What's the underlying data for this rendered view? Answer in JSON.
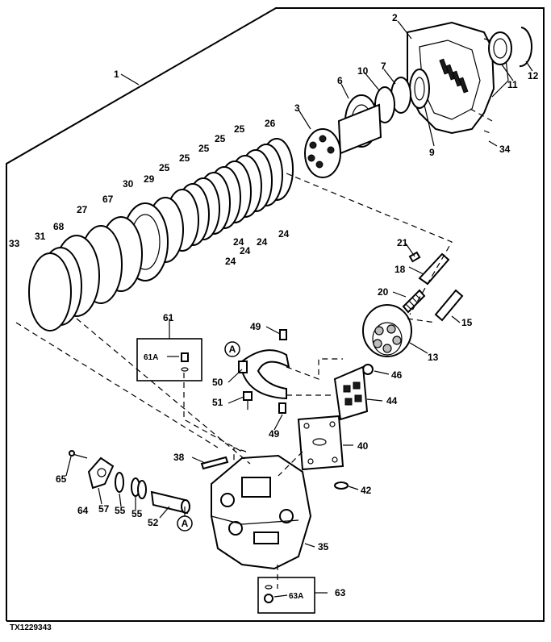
{
  "figure_code": "TX1229343",
  "parts": [
    {
      "id": "p1",
      "label": "1"
    },
    {
      "id": "p2",
      "label": "2"
    },
    {
      "id": "p3",
      "label": "3"
    },
    {
      "id": "p6",
      "label": "6"
    },
    {
      "id": "p7",
      "label": "7"
    },
    {
      "id": "p9",
      "label": "9"
    },
    {
      "id": "p10",
      "label": "10"
    },
    {
      "id": "p11",
      "label": "11"
    },
    {
      "id": "p12",
      "label": "12"
    },
    {
      "id": "p13",
      "label": "13"
    },
    {
      "id": "p15",
      "label": "15"
    },
    {
      "id": "p18",
      "label": "18"
    },
    {
      "id": "p20",
      "label": "20"
    },
    {
      "id": "p21",
      "label": "21"
    },
    {
      "id": "p24a",
      "label": "24"
    },
    {
      "id": "p24b",
      "label": "24"
    },
    {
      "id": "p24c",
      "label": "24"
    },
    {
      "id": "p24d",
      "label": "24"
    },
    {
      "id": "p24e",
      "label": "24"
    },
    {
      "id": "p25a",
      "label": "25"
    },
    {
      "id": "p25b",
      "label": "25"
    },
    {
      "id": "p25c",
      "label": "25"
    },
    {
      "id": "p25d",
      "label": "25"
    },
    {
      "id": "p25e",
      "label": "25"
    },
    {
      "id": "p26",
      "label": "26"
    },
    {
      "id": "p27",
      "label": "27"
    },
    {
      "id": "p29",
      "label": "29"
    },
    {
      "id": "p30",
      "label": "30"
    },
    {
      "id": "p31",
      "label": "31"
    },
    {
      "id": "p33",
      "label": "33"
    },
    {
      "id": "p34",
      "label": "34"
    },
    {
      "id": "p35",
      "label": "35"
    },
    {
      "id": "p38",
      "label": "38"
    },
    {
      "id": "p40",
      "label": "40"
    },
    {
      "id": "p42",
      "label": "42"
    },
    {
      "id": "p44",
      "label": "44"
    },
    {
      "id": "p46",
      "label": "46"
    },
    {
      "id": "p49a",
      "label": "49"
    },
    {
      "id": "p49b",
      "label": "49"
    },
    {
      "id": "p50",
      "label": "50"
    },
    {
      "id": "p51",
      "label": "51"
    },
    {
      "id": "p52",
      "label": "52"
    },
    {
      "id": "p55a",
      "label": "55"
    },
    {
      "id": "p55b",
      "label": "55"
    },
    {
      "id": "p57",
      "label": "57"
    },
    {
      "id": "p61",
      "label": "61"
    },
    {
      "id": "p61A",
      "label": "61A"
    },
    {
      "id": "p63",
      "label": "63"
    },
    {
      "id": "p63A",
      "label": "63A"
    },
    {
      "id": "p64",
      "label": "64"
    },
    {
      "id": "p65",
      "label": "65"
    },
    {
      "id": "p67",
      "label": "67"
    },
    {
      "id": "p68",
      "label": "68"
    }
  ],
  "connection_markers": [
    {
      "id": "marker-a-upper",
      "label": "A"
    },
    {
      "id": "marker-a-lower",
      "label": "A"
    }
  ]
}
